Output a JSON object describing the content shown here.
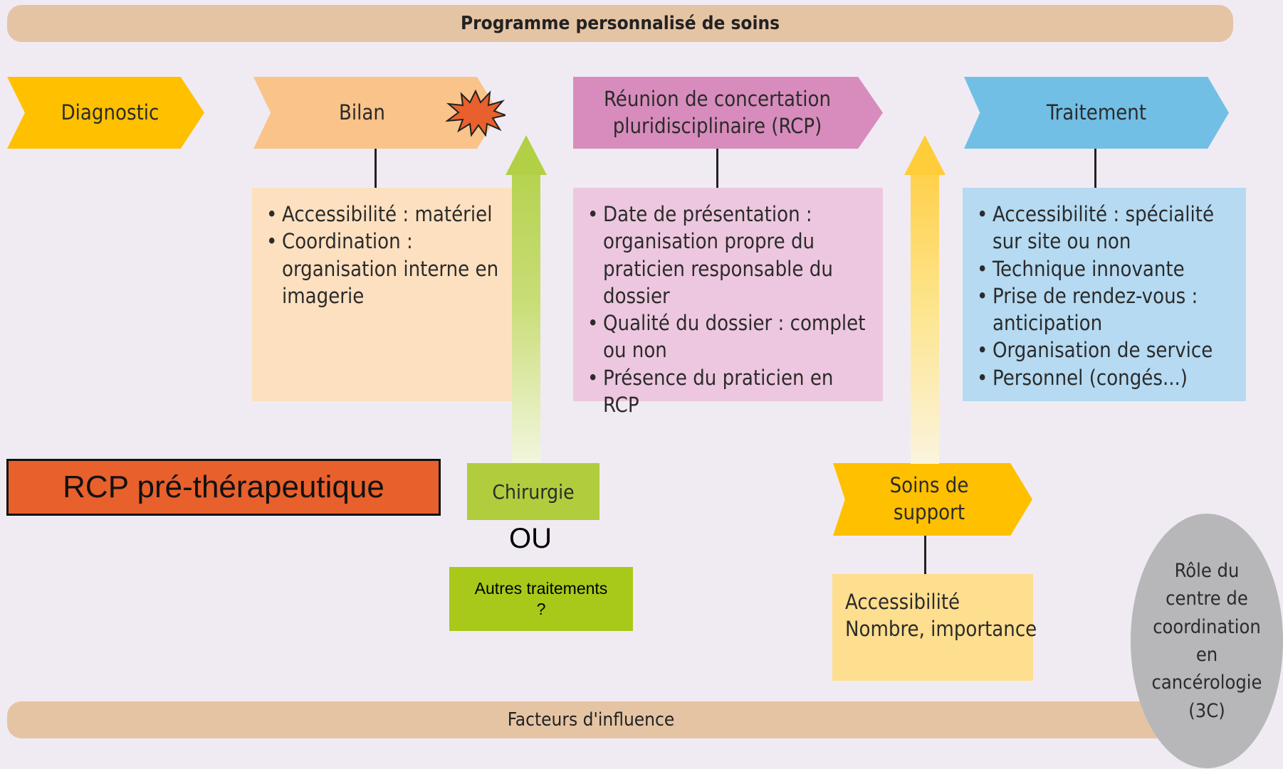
{
  "header": {
    "title": "Programme personnalisé de soins"
  },
  "footer": {
    "title": "Facteurs d'influence"
  },
  "steps": {
    "diagnostic": "Diagnostic",
    "bilan": "Bilan",
    "rcp": "Réunion de concertation pluridisciplinaire (RCP)",
    "traitement": "Traitement",
    "soins_support": "Soins de support"
  },
  "bilan_items": [
    "Accessibilité : matériel",
    "Coordination : organisation interne en imagerie"
  ],
  "rcp_items": [
    "Date de présentation : organisation propre du praticien responsable du dossier",
    "Qualité du dossier : complet ou non",
    "Présence du praticien en RCP"
  ],
  "traitement_items": [
    "Accessibilité : spécialité sur site ou non",
    "Technique innovante",
    "Prise de rendez-vous : anticipation",
    "Organisation de service",
    "Personnel  (congés...)"
  ],
  "soins_support_items": [
    "Accessibilité",
    "Nombre, importance"
  ],
  "chirurgie": "Chirurgie",
  "ou": "OU",
  "autres_traitements": "Autres traitements\n?",
  "rcp_label": "RCP pré-thérapeutique",
  "role_3c": "Rôle du\ncentre de\ncoordination\nen\ncancérologie\n(3C)",
  "colors": {
    "band": "#e5c4a4",
    "diagnostic": "#ffc000",
    "bilan": "#f9c389",
    "rcp": "#d88cbd",
    "traitement": "#72bfe6",
    "chirurgie": "#b1cd3e",
    "rcp_label": "#e8602c",
    "ellipse": "#b7b7b9"
  },
  "icons": {
    "bilan_alert": "starburst-icon"
  }
}
